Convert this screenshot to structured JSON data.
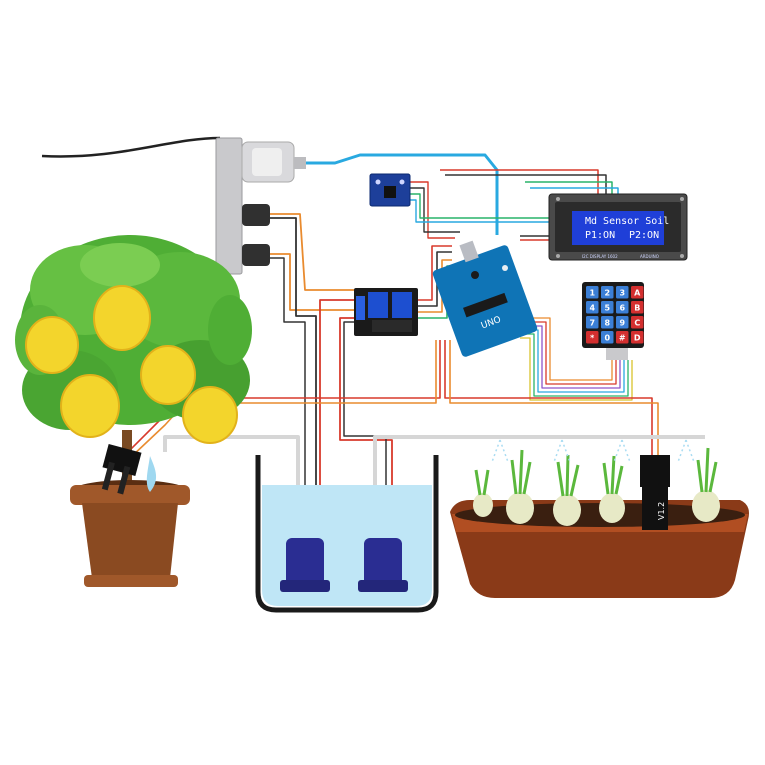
{
  "lcd": {
    "line1": "Md Sensor Soil",
    "line2_left": "P1:ON",
    "line2_right": "P2:ON",
    "footer_left": "I2C DISPLAY 1602",
    "footer_right": "ARDUINO"
  },
  "keypad": {
    "rows": [
      [
        "1",
        "2",
        "3",
        "A"
      ],
      [
        "4",
        "5",
        "6",
        "B"
      ],
      [
        "7",
        "8",
        "9",
        "C"
      ],
      [
        "*",
        "0",
        "#",
        "D"
      ]
    ]
  },
  "sensor_label": "V1.2",
  "watermark": "",
  "colors": {
    "wire_blue": "#29a9e0",
    "wire_red": "#d83a2c",
    "wire_orange": "#e98b2f",
    "wire_black": "#333333",
    "board_blue": "#0f74b6",
    "lcd_blue": "#1f3fd8",
    "water": "#bfe6f6",
    "pump": "#2a2d92",
    "pot": "#8a4a21",
    "leaf": "#4fae35",
    "lemon": "#f3d52c"
  }
}
